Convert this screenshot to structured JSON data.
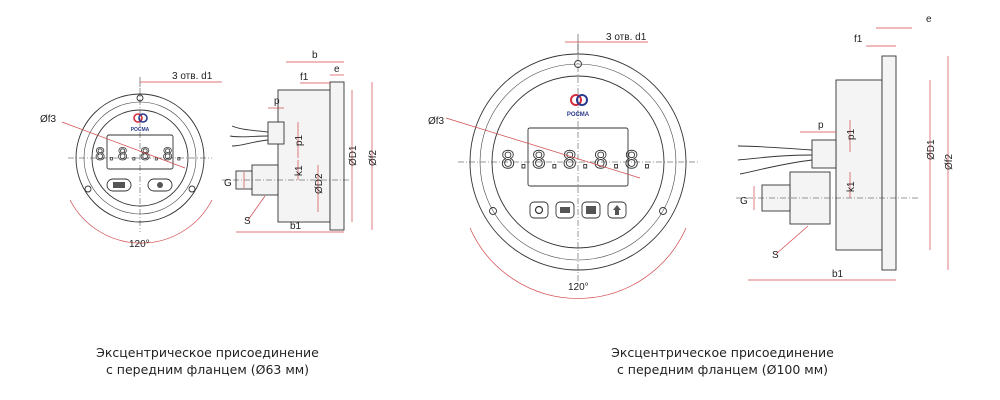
{
  "left_drawing": {
    "front": {
      "holes_label": "3 отв. d1",
      "flange_dia_label": "Øf3",
      "angle_label": "120°",
      "logo_text": "РОСМА",
      "display_text": "8.8.8.8."
    },
    "side": {
      "labels": {
        "b": "b",
        "f1": "f1",
        "e": "e",
        "p": "p",
        "p1": "p1",
        "k1": "k1",
        "D2": "ØD2",
        "D1": "ØD1",
        "f2": "Øf2",
        "G": "G",
        "S": "S",
        "b1": "b1"
      }
    },
    "caption_line1": "Эксцентрическое присоединение",
    "caption_line2": "с передним фланцем (Ø63 мм)"
  },
  "right_drawing": {
    "front": {
      "holes_label": "3 отв. d1",
      "flange_dia_label": "Øf3",
      "angle_label": "120°",
      "logo_text": "РОСМА",
      "display_text": "8.8.8.8.8."
    },
    "side": {
      "labels": {
        "e": "e",
        "f1": "f1",
        "p": "p",
        "p1": "p1",
        "k1": "k1",
        "D1": "ØD1",
        "f2": "Øf2",
        "G": "G",
        "S": "S",
        "b1": "b1"
      }
    },
    "caption_line1": "Эксцентрическое присоединение",
    "caption_line2": "с передним фланцем (Ø100 мм)"
  },
  "colors": {
    "dimension_red": "#d0474a",
    "line": "#333333",
    "logo_red": "#d62b3b",
    "logo_blue": "#2a3a8c"
  }
}
